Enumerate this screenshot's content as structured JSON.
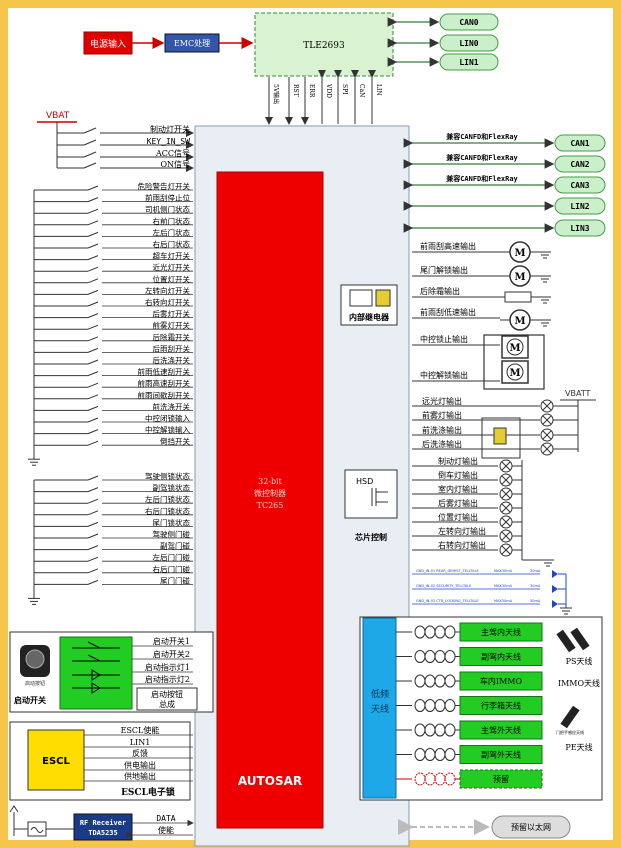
{
  "top": {
    "power_input": "电源输入",
    "emc": "EMC处理",
    "tle": "TLE2693",
    "tle_pins": [
      "5V输出",
      "RST",
      "ERR",
      "VDD",
      "SPI",
      "CaN",
      "LIN"
    ],
    "tle_buses": [
      "CAN0",
      "LIN0",
      "LIN1"
    ]
  },
  "vbat_left": "VBAT",
  "inputs_group1": [
    "制动灯开关",
    "KEY_IN_SW",
    "ACC信号",
    "ON信号"
  ],
  "inputs_group2": [
    "危险警告灯开关",
    "前雨刮停止位",
    "司机侧门状态",
    "右前门状态",
    "左后门状态",
    "右后门状态",
    "超车灯开关",
    "近光灯开关",
    "位置灯开关",
    "左转向灯开关",
    "右转向灯开关",
    "后雾灯开关",
    "前雾灯开关",
    "后除霜开关",
    "后雨刮开关",
    "后洗涤开关",
    "前雨低速刮开关",
    "前雨高速刮开关",
    "前雨间歇刮开关",
    "前洗涤开关",
    "中控闭锁输入",
    "中控解锁输入",
    "倒挡开关"
  ],
  "inputs_group3": [
    "驾驶侧锁状态",
    "副驾锁状态",
    "左后门锁状态",
    "右后门锁状态",
    "尾门锁状态",
    "驾驶侧门碰",
    "副驾门碰",
    "左后门门碰",
    "右后门门碰",
    "尾门门碰"
  ],
  "mcu": {
    "line1": "32-bit",
    "line2": "微控制器",
    "line3": "TC265",
    "autosar": "AUTOSAR"
  },
  "bus_right": {
    "label": "兼容CANFD和FlexRay",
    "buses": [
      "CAN1",
      "CAN2",
      "CAN3",
      "LIN2",
      "LIN3"
    ]
  },
  "relay_box": "内部继电器",
  "relay_outputs": [
    "前雨刮高速输出",
    "尾门解锁输出",
    "后除霜输出",
    "前雨刮低速输出",
    "中控锁止输出",
    "中控解锁输出"
  ],
  "motor_symbol": "M",
  "vbatt_right": "VBATT",
  "lamp_outputs1": [
    "远光灯输出",
    "前雾灯输出",
    "前洗涤输出",
    "后洗涤输出"
  ],
  "hsd": {
    "label": "HSD",
    "caption": "芯片控制"
  },
  "lamp_outputs2": [
    "制动灯输出",
    "倒车灯输出",
    "室内灯输出",
    "后雾灯输出",
    "位置灯输出",
    "左转向灯输出",
    "右转向灯输出"
  ],
  "telltales": [
    "GND_IN-01 REAR_DEMIST_TELLTALE",
    "GND_IN-02 SECURITY_TELLTALE",
    "GND_IN-03 CTR_LOCKING_TELLTALE"
  ],
  "tt_res": "MAX30mA",
  "tt_res2": "30mA",
  "start": {
    "inputs": [
      "启动开关1",
      "启动开关2",
      "启动指示灯1",
      "启动指示灯2"
    ],
    "caption": "启动按钮总成",
    "label": "启动开关",
    "icon_text": "启动按钮"
  },
  "escl": {
    "block": "ESCL",
    "signals": [
      "ESCL使能",
      "LIN1",
      "反馈",
      "供电输出",
      "供地输出"
    ],
    "caption": "ESCL电子锁"
  },
  "rf": {
    "block1": "RF Receiver",
    "block2": "TDA5235",
    "signals": [
      "DATA",
      "使能"
    ]
  },
  "lf": {
    "block": "低频天线",
    "antennas": [
      "主驾内天线",
      "副驾内天线",
      "车内IMMO",
      "行李箱天线",
      "主驾外天线",
      "副驾外天线",
      "预留"
    ],
    "ps": "PS天线",
    "immo": "IMMO天线",
    "pe": "PE天线",
    "pe_sub": "门把手感应天线"
  },
  "ethernet": "预留以太网"
}
